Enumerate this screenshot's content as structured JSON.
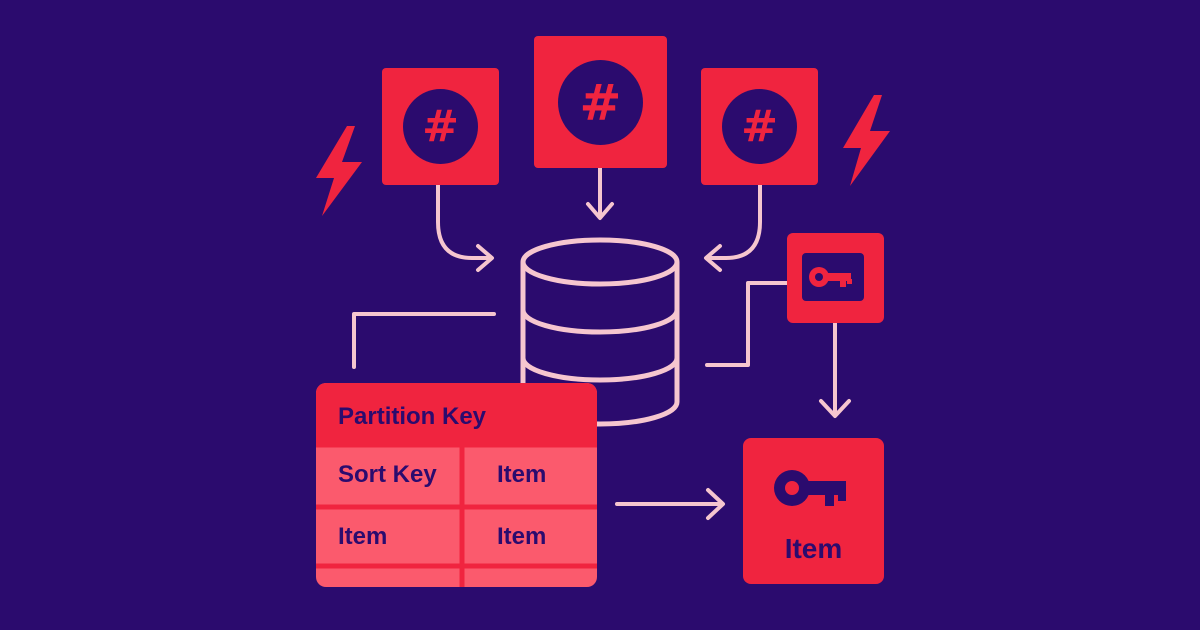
{
  "hash_boxes": [
    {
      "symbol": "#"
    },
    {
      "symbol": "#"
    },
    {
      "symbol": "#"
    }
  ],
  "table": {
    "header": "Partition Key",
    "rows": [
      [
        "Sort Key",
        "Item"
      ],
      [
        "Item",
        "Item"
      ]
    ]
  },
  "item_box": {
    "label": "Item"
  },
  "colors": {
    "background": "#2b0b6e",
    "accent_red": "#f0243f",
    "table_pink": "#fb5a6d",
    "line_pink": "#f6c6cf"
  },
  "icons": [
    "lightning-bolt-icon",
    "hash-icon",
    "database-icon",
    "key-icon",
    "arrow-icon"
  ]
}
